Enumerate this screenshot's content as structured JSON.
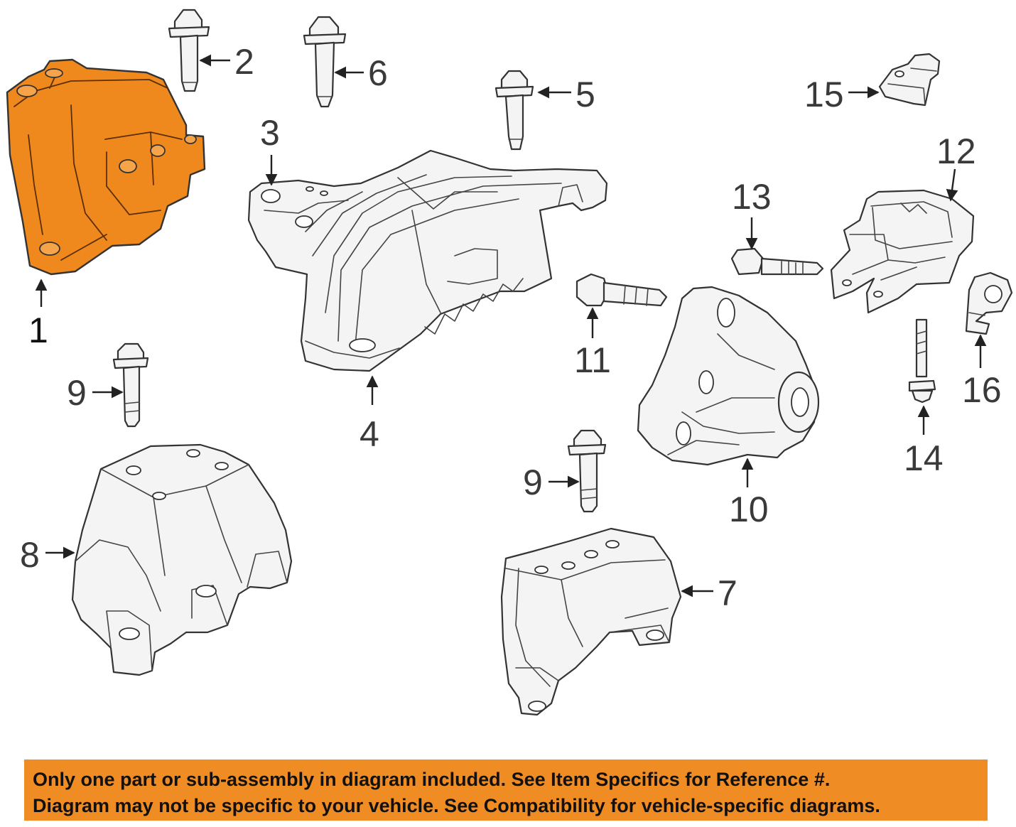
{
  "callouts": {
    "c1": "1",
    "c2": "2",
    "c3": "3",
    "c4": "4",
    "c5": "5",
    "c6": "6",
    "c7": "7",
    "c8": "8",
    "c9a": "9",
    "c9b": "9",
    "c10": "10",
    "c11": "11",
    "c12": "12",
    "c13": "13",
    "c14": "14",
    "c15": "15",
    "c16": "16"
  },
  "highlighted_part": "1",
  "colors": {
    "highlight": "#f0891d",
    "banner": "#f08c24",
    "line": "#333333"
  },
  "banner": {
    "line1": "Only one part or sub-assembly in diagram included. See Item Specifics for Reference #.",
    "line2": "Diagram may not be specific to your vehicle. See Compatibility for vehicle-specific diagrams."
  }
}
